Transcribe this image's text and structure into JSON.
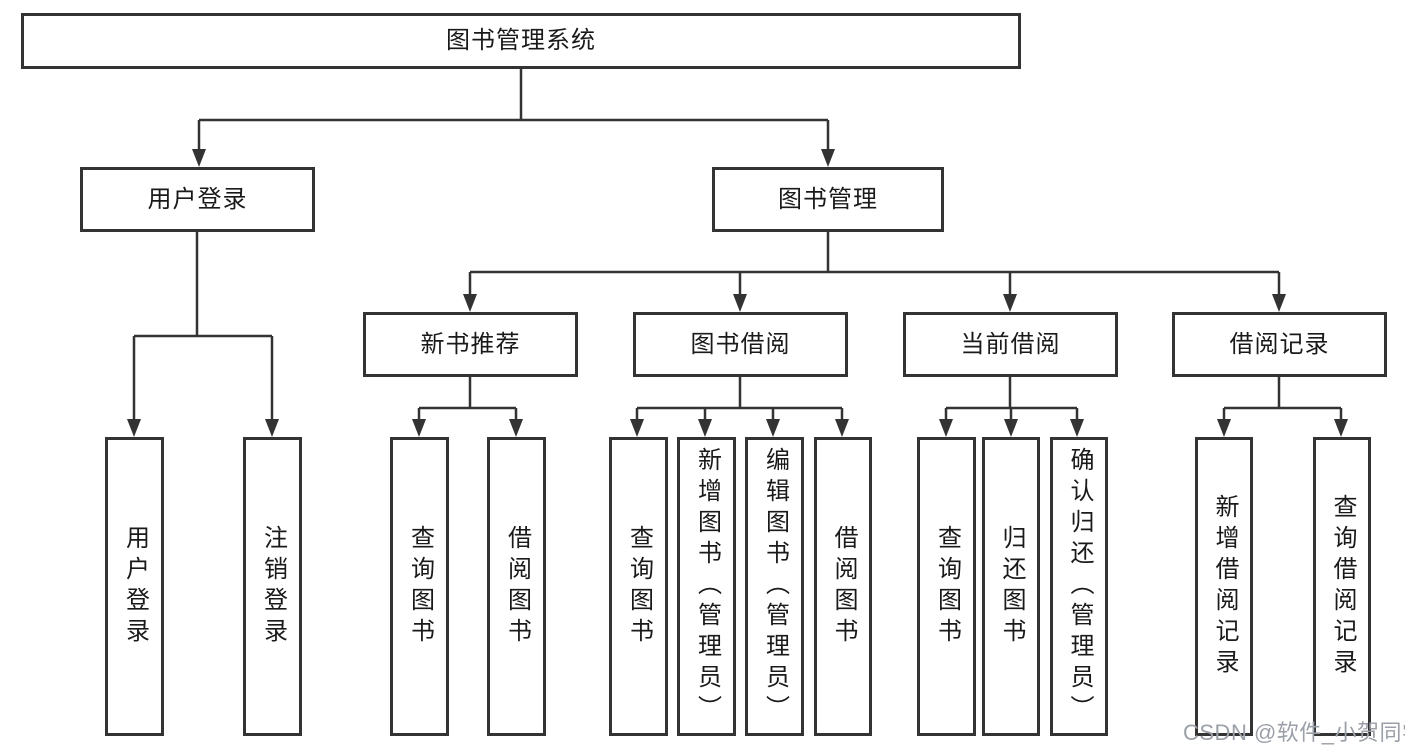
{
  "tree": {
    "root": {
      "label": "图书管理系统",
      "children": [
        {
          "label": "用户登录",
          "children": [
            {
              "label": "用户登录"
            },
            {
              "label": "注销登录"
            }
          ]
        },
        {
          "label": "图书管理",
          "children": [
            {
              "label": "新书推荐",
              "children": [
                {
                  "label": "查询图书"
                },
                {
                  "label": "借阅图书"
                }
              ]
            },
            {
              "label": "图书借阅",
              "children": [
                {
                  "label": "查询图书"
                },
                {
                  "label": "新增图书（管理员）"
                },
                {
                  "label": "编辑图书（管理员）"
                },
                {
                  "label": "借阅图书"
                }
              ]
            },
            {
              "label": "当前借阅",
              "children": [
                {
                  "label": "查询图书"
                },
                {
                  "label": "归还图书"
                },
                {
                  "label": "确认归还（管理员）"
                }
              ]
            },
            {
              "label": "借阅记录",
              "children": [
                {
                  "label": "新增借阅记录"
                },
                {
                  "label": "查询借阅记录"
                }
              ]
            }
          ]
        }
      ]
    }
  },
  "watermark": {
    "text": "CSDN @软件_小贺同学",
    "color": "#9ba0a8"
  },
  "colors": {
    "line": "#333333",
    "text": "#1a1a1a",
    "background": "#ffffff",
    "box_fill": "#ffffff"
  }
}
